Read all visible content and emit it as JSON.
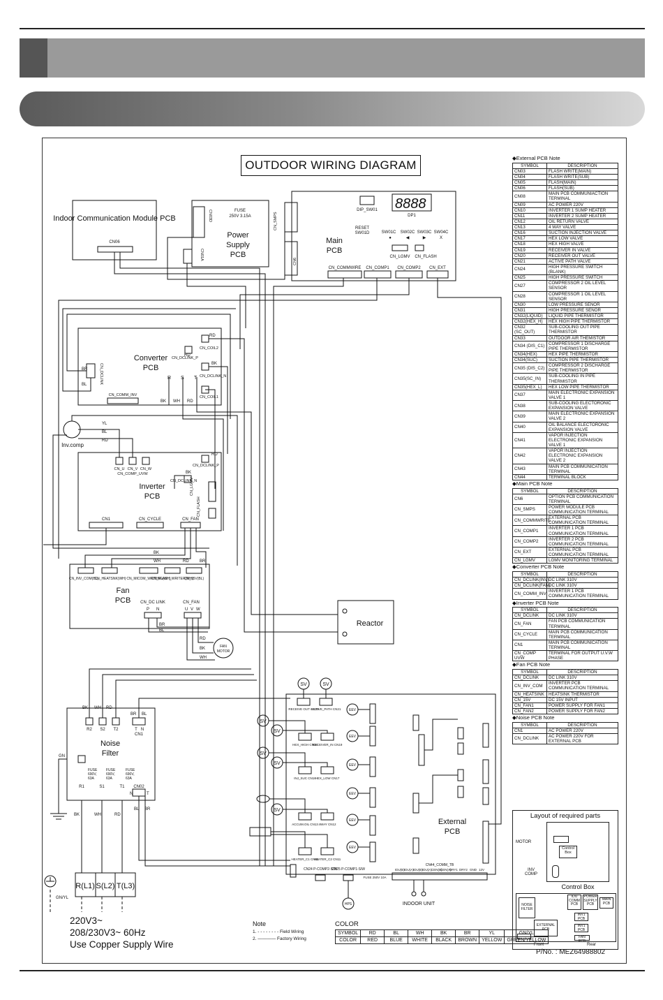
{
  "diagram_title": "OUTDOOR WIRING DIAGRAM",
  "pcbs": {
    "indoor_comm": "Indoor Communication Module PCB",
    "indoor_comm_conn": "CN06",
    "power_supply": [
      "Power",
      "Supply",
      "PCB"
    ],
    "fuse": [
      "FUSE",
      "250V 3.15A"
    ],
    "power_conn_a": "CN03D",
    "power_conn_b": "CN01A",
    "main": [
      "Main",
      "PCB"
    ],
    "main_dip": "DIP_SW01",
    "main_dp": "DP1",
    "main_reset": [
      "RESET",
      "SW01D"
    ],
    "main_sw": [
      "SW01C",
      "SW02C",
      "SW03C",
      "SW04C"
    ],
    "main_sw_marks": [
      "●",
      "◀",
      "▶",
      "X"
    ],
    "main_cn_smps": "CN_SMPS",
    "main_cn6": "CN6",
    "main_cn_lgmv": "CN_LGMV",
    "main_cn_flash": "CN_FLASH",
    "main_bottom": [
      "CN_COMMWIRE",
      "CN_COMP1",
      "CN_COMP2",
      "CN_EXT"
    ],
    "converter": [
      "Converter",
      "PCB"
    ],
    "converter_labels": [
      "CN_DCLINK_P",
      "CN_DCLINK_N",
      "CN_COIL2",
      "CN_COIL1",
      "CN_COMM_INV",
      "CN_DCLINK",
      "R",
      "S",
      "T"
    ],
    "inv_comp": "Inv.comp",
    "inverter": [
      "Inverter",
      "PCB"
    ],
    "inverter_labels": [
      "CN_U",
      "CN_V",
      "CN_W",
      "CN_COMP_UVW",
      "CN_DCLINK_P",
      "CN_DCLINK_N",
      "CN_LGMV",
      "CN_FLASH",
      "CN1",
      "CN_CYCLE",
      "CN_FAN"
    ],
    "fan": [
      "Fan",
      "PCB"
    ],
    "fan_labels": [
      "CN_INV_COM(BL)",
      "CN_HEATSNK(WH)",
      "CN_MICOM_WRITING(WH)",
      "CN_FLASH_WRITER(WH)",
      "CN_15V(BL)",
      "CN_DC LINK",
      "CN_FAN",
      "P",
      "N",
      "U",
      "V",
      "W"
    ],
    "fan_motor": [
      "FAN",
      "MOTOR"
    ],
    "reactor": "Reactor",
    "noise_filter": [
      "Noise",
      "Filter"
    ],
    "noise_terms": [
      "R2",
      "S2",
      "T2",
      "T",
      "N",
      "CN1",
      "R1",
      "S1",
      "T1",
      "CN02",
      "N",
      "T"
    ],
    "noise_fuse": [
      "FUSE",
      "690V,",
      "63A"
    ],
    "external": [
      "External",
      "PCB"
    ],
    "sv_labels": [
      "RECEIVE OUT CN20",
      "ACTIVE_PATH CN21",
      "HEX_HIGH CN18",
      "RECEIVER_IN CN19",
      "INJ_SUC CN16",
      "HEX_LOW CN17",
      "ACCUM.OIL CN13",
      "4WAY CN12",
      "HEATER_C1 CN14",
      "HEATER_C2 CN11"
    ],
    "ext_bottom": [
      "CN24 P-COMP2-S/W",
      "CN25 P-COMP1-S/W",
      "FUSE 250V 10A",
      "CN44_COMM_TB"
    ],
    "ext_terminals": [
      "IDU(B)",
      "IDU(A)",
      "IDU(B)",
      "IDU(A)",
      "CEN(B)",
      "CEN(A)",
      "DRY1",
      "DRY2",
      "GND",
      "12V"
    ],
    "indoor_unit": "INDOOR UNIT",
    "hps": "HPS",
    "eev": "EEV",
    "sv": "SV"
  },
  "wires": [
    "BK",
    "WH",
    "RD",
    "BL",
    "BR",
    "YL",
    "GN"
  ],
  "terminal_block": [
    "R(L1)",
    "S(L2)",
    "T(L3)"
  ],
  "ground_label": "GN/YL",
  "supply": [
    "220V3~",
    "208/230V3~ 60Hz",
    "Use Copper Supply Wire"
  ],
  "note": {
    "title": "Note",
    "lines": [
      "1. - - - - - - - - Field Wiring",
      "2. ———— Factory Wiring"
    ]
  },
  "color_table": {
    "title": "COLOR",
    "symbols": [
      "SYMBOL",
      "RD",
      "BL",
      "WH",
      "BK",
      "BR",
      "YL",
      "GN/YL"
    ],
    "colors": [
      "COLOR",
      "RED",
      "BLUE",
      "WHITE",
      "BLACK",
      "BROWN",
      "YELLOW",
      "GREEN/YELLOW"
    ]
  },
  "notes": {
    "external": {
      "title": "◆External PCB Note",
      "header": [
        "SYMBOL",
        "DESCRIPTION"
      ],
      "rows": [
        [
          "CN03",
          "FLASH WRITE(MAIN)"
        ],
        [
          "CN04",
          "FLASH WRITE(SUB)"
        ],
        [
          "CN05",
          "FLASH(MAIN)"
        ],
        [
          "CN06",
          "FLASH(SUB)"
        ],
        [
          "CN08",
          "MAIN PCB COMMUNIACTION TERMINAL"
        ],
        [
          "CN09",
          "AC POWER 220V"
        ],
        [
          "CN10",
          "INVERTER 1 SUMP HEATER"
        ],
        [
          "CN11",
          "INVERTER 2 SUMP HEATER"
        ],
        [
          "CN12",
          "OIL RETURN VALVE"
        ],
        [
          "CN13",
          "4 WAY VALVE"
        ],
        [
          "CN16",
          "SUCTION INJECTION VALVE"
        ],
        [
          "CN17",
          "HEX LOW VALVE"
        ],
        [
          "CN18",
          "HEX HIGH VALVE"
        ],
        [
          "CN19",
          "RECEIVER IN VALVE"
        ],
        [
          "CN20",
          "RECEIVER OUT VALVE"
        ],
        [
          "CN21",
          "ACTIVE PATH VALVE"
        ],
        [
          "CN24",
          "HIGH PRESSURE SWITCH (BLANK)"
        ],
        [
          "CN25",
          "HIGH PRESSURE SWITCH"
        ],
        [
          "CN27",
          "COMPRESSOR 2 OIL LEVEL SENSOR"
        ],
        [
          "CN28",
          "COMPRESSOR 1 OIL LEVEL SENSOR"
        ],
        [
          "CN30",
          "LOW PRESSURE SENOR"
        ],
        [
          "CN31",
          "HIGH PRESSURE SENOR"
        ],
        [
          "CN32(LIQUID)",
          "LIQUID PIPE THERMISTOR"
        ],
        [
          "CN32(HEX_H)",
          "HEX HIGH PIPE THERMISTOR"
        ],
        [
          "CN32 (SC_OUT)",
          "SUB-COOLING OUT PIPE THERMISTOR"
        ],
        [
          "CN33",
          "OUTDOOR AIR THEMISTOR"
        ],
        [
          "CN34 (DIS_C1)",
          "COMPRESSOR 1 DISCHARGE PIPE THERMISTOR"
        ],
        [
          "CN34(HEX)",
          "HEX PIPE THERMISTOR"
        ],
        [
          "CN34(SUC)",
          "SUCTION PIPE THERMISTOR"
        ],
        [
          "CN35 (DIS_C2)",
          "COMPRESSOR 2 DISCHARGE PIPE THERMISTOR"
        ],
        [
          "CN35(SC_IN)",
          "SUB-COOLING IN PIPE THERMISTOR"
        ],
        [
          "CN35(HEX_L)",
          "HEX LOW PIPE THERMISTOR"
        ],
        [
          "CN37",
          "MAIN ELECTRONIC EXPANSION VALVE 1"
        ],
        [
          "CN38",
          "SUB-COOLING ELECTORONIC EXPANSION VALVE"
        ],
        [
          "CN39",
          "MAIN ELECTRONIC EXPANSION VALVE 2"
        ],
        [
          "CN40",
          "OIL BALANCE ELECTORONIC EXPANSION VALVE"
        ],
        [
          "CN41",
          "VAPOR INJECTION ELECTRONIC EXPANSION VALVE 1"
        ],
        [
          "CN42",
          "VAPOR INJECTION ELECTRONIC EXPANSION VALVE 2"
        ],
        [
          "CN43",
          "MAIN PCB COMMUNICATION TERMINAL"
        ],
        [
          "CN44",
          "TERMINAL BLOCK"
        ]
      ]
    },
    "main": {
      "title": "◆Main PCB Note",
      "header": [
        "SYMBOL",
        "DESCRIPTION"
      ],
      "rows": [
        [
          "CN6",
          "OPTION PCB COMMUNICATION TERMINAL"
        ],
        [
          "CN_SMPS",
          "POWER MODULE PCB COMMUNICATION TERMINAL"
        ],
        [
          "CN_COMMWRITE",
          "EXTERNAL PCB COMMUNICATION TERMINAL"
        ],
        [
          "CN_COMP1",
          "INVERTER 1 PCB COMMUNICATION TERMINAL"
        ],
        [
          "CN_COMP2",
          "INVERTER 2 PCB COMMUNICATION TERMINAL"
        ],
        [
          "CN_EXT",
          "EXTERNAL PCB COMMUNICATION TERMINAL"
        ],
        [
          "CN_LGMV",
          "LGMV MONITORING TERMINAL"
        ]
      ]
    },
    "converter": {
      "title": "◆Converter PCB Note",
      "header": [
        "SYMBOL",
        "DESCRIPTION"
      ],
      "rows": [
        [
          "CN_DCLINK(INV)",
          "DC LINK 310V"
        ],
        [
          "CN_DCLINK(FAN)",
          "DC LINK 310V"
        ],
        [
          "CN_COMM_INV",
          "INVERTER 1 PCB COMMUNICATION TERMINAL"
        ]
      ]
    },
    "inverter": {
      "title": "◆Inverter PCB Note",
      "header": [
        "SYMBOL",
        "DESCRIPTION"
      ],
      "rows": [
        [
          "CN_DCLINK",
          "DC LINK 310V"
        ],
        [
          "CN_FAN",
          "FAN PCB COMMUNICATION TERMINAL"
        ],
        [
          "CN_CYCLE",
          "MAIN PCB COMMUNICATION TERMINAL"
        ],
        [
          "CN1",
          "MAIN PCB COMMUNICATION TERMINAL"
        ],
        [
          "CN_COMP UVW",
          "TERMINAL FOR OUTPUT U.V.W PHASE"
        ]
      ]
    },
    "fan": {
      "title": "◆Fan PCB Note",
      "header": [
        "SYMBOL",
        "DESCRIPTION"
      ],
      "rows": [
        [
          "CN_DCLINK",
          "DC LINK 310V"
        ],
        [
          "CN_INV_COM",
          "INVERTER PCB COMMUNICATION TERMINAL"
        ],
        [
          "CN_HEATSINK",
          "HEATSINK THERMISTOR"
        ],
        [
          "CN_15V",
          "DC 15V INPUT"
        ],
        [
          "CN_FAN1",
          "POWER SUPPLY FOR FAN1"
        ],
        [
          "CN_FAN2",
          "POWER SUPPLY FOR FAN2"
        ]
      ]
    },
    "noise": {
      "title": "◆Noise PCB Note",
      "header": [
        "SYMBOL",
        "DESCRIPTION"
      ],
      "rows": [
        [
          "CN1",
          "AC POWER 220V"
        ],
        [
          "CN_DCLINK",
          "AC POWER 220V FOR EXTERNAL PCB"
        ]
      ]
    }
  },
  "layout_parts": {
    "title": "Layout of required parts",
    "motor": "MOTOR",
    "control_box_small": "Control Box",
    "inv_comp": "INV COMP",
    "control_box": "Control Box",
    "noise_filter": "NOISE FILTER",
    "idu_comm": "IDU COMM PCB",
    "power_supply": "POWER SUPPLY PCB",
    "main_pcb": "MAIN PCB",
    "external_pcb": "EXTERNAL PCB",
    "inv1": "INV1 PCB",
    "inv2": "INV1 PCB",
    "fan_pcb": "FAN PCB",
    "front": "Front",
    "rear": "Rear"
  },
  "part_no": "P/No. : MEZ64988802"
}
